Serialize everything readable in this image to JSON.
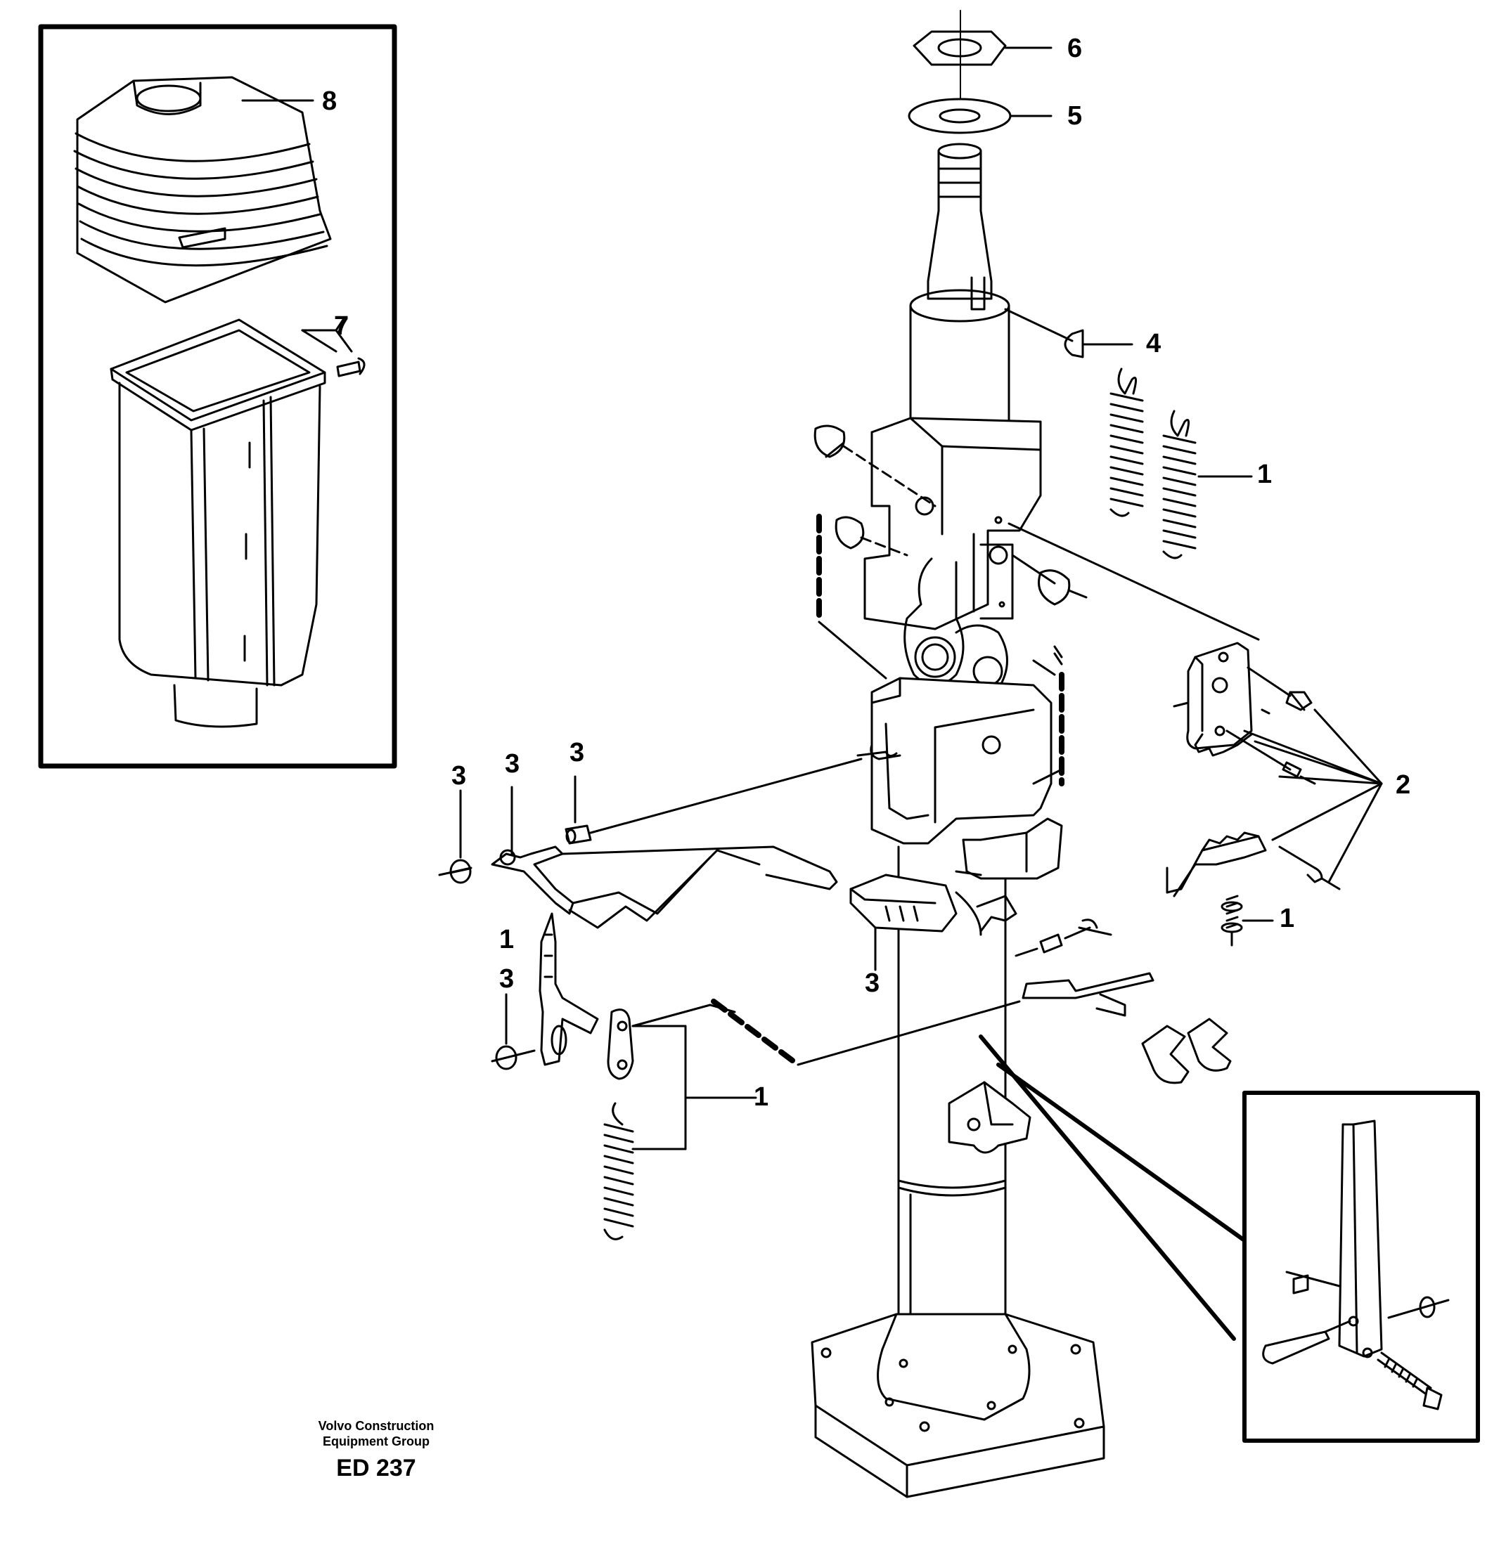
{
  "diagram": {
    "callouts": {
      "c1_spring_right": "1",
      "c2": "2",
      "c1_small_spring": "1",
      "c1_left_lever": "1",
      "c1_left_spring": "1",
      "c3_washer_left": "3",
      "c3_pin_left": "3",
      "c3_bushing": "3",
      "c3_lower": "3",
      "c3_knob": "3",
      "c4": "4",
      "c5": "5",
      "c6": "6",
      "c7": "7",
      "c8": "8"
    },
    "footer": {
      "company_line1": "Volvo Construction",
      "company_line2": "Equipment Group",
      "code": "ED 237"
    }
  }
}
